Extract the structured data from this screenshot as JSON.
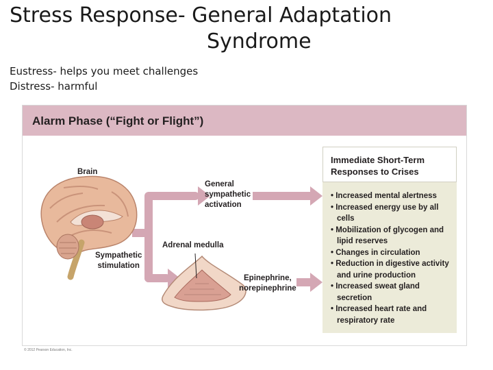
{
  "slide": {
    "title_line1": "Stress Response- General Adaptation",
    "title_line2": "Syndrome",
    "bullets": [
      "Eustress- helps you meet challenges",
      "Distress- harmful"
    ]
  },
  "figure": {
    "phase_title": "Alarm Phase (“Fight or Flight”)",
    "labels": {
      "brain": "Brain",
      "general_line1": "General",
      "general_line2": "sympathetic",
      "general_line3": "activation",
      "adrenal": "Adrenal medulla",
      "symp_line1": "Sympathetic",
      "symp_line2": "stimulation",
      "epi_line1": "Epinephrine,",
      "epi_line2": "norepinephrine"
    },
    "responses": {
      "heading_line1": "Immediate Short-Term",
      "heading_line2": "Responses to Crises",
      "items": [
        "• Increased mental alertness",
        "• Increased energy use by all cells",
        "• Mobilization of glycogen and lipid reserves",
        "• Changes in circulation",
        "• Reduction in digestive activity and urine production",
        "• Increased sweat gland secretion",
        "• Increased heart rate and respiratory rate"
      ]
    },
    "copyright": "© 2012 Pearson Education, Inc."
  },
  "colors": {
    "phase_bar": "#dcb8c3",
    "arrow": "#d4a7b4",
    "response_box": "#ecebd9",
    "brain": "#e8b99c"
  }
}
